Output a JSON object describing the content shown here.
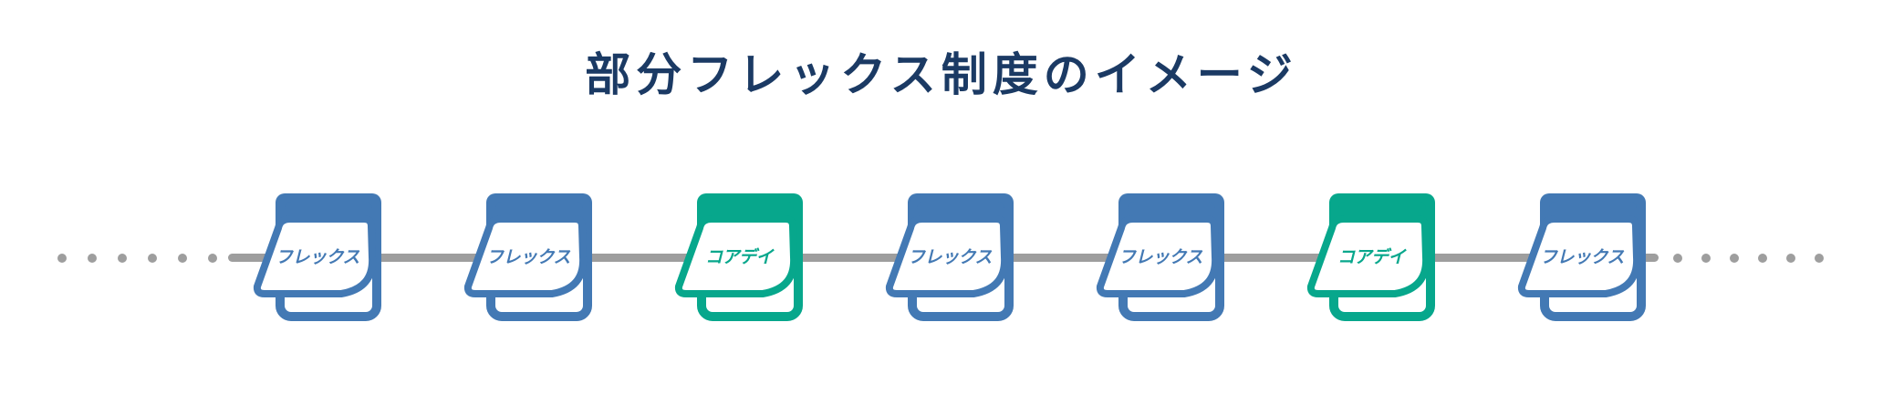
{
  "title": "部分フレックス制度のイメージ",
  "timeline": {
    "days": [
      {
        "label": "フレックス",
        "type": "flex"
      },
      {
        "label": "フレックス",
        "type": "flex"
      },
      {
        "label": "コアデイ",
        "type": "core"
      },
      {
        "label": "フレックス",
        "type": "flex"
      },
      {
        "label": "フレックス",
        "type": "flex"
      },
      {
        "label": "コアデイ",
        "type": "core"
      },
      {
        "label": "フレックス",
        "type": "flex"
      }
    ],
    "left_dot_count": 6,
    "right_dot_count": 6
  },
  "colors": {
    "flex_blue": "#4379B4",
    "core_green": "#07A78C",
    "line_gray": "#9E9E9E",
    "title_navy": "#1B3A64"
  }
}
